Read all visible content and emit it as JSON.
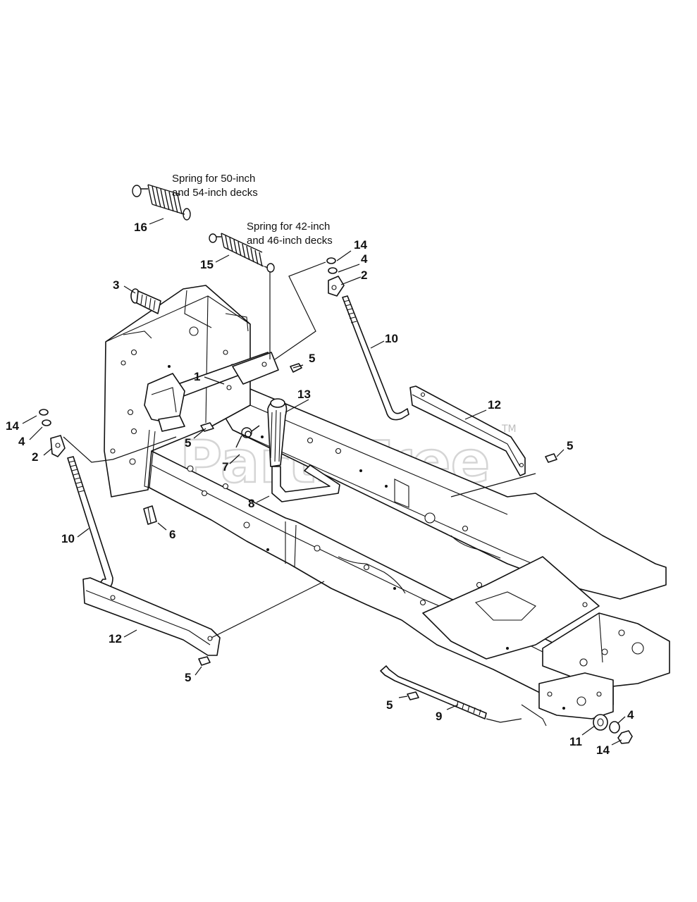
{
  "watermark": {
    "text": "PartsTree",
    "trademark": "TM"
  },
  "notes": {
    "spring_large_line1": "Spring for 50-inch",
    "spring_large_line2": "and 54-inch decks",
    "spring_small_line1": "Spring for 42-inch",
    "spring_small_line2": "and 46-inch decks"
  },
  "callouts": {
    "c1": "1",
    "c2_left": "2",
    "c2_right": "2",
    "c3": "3",
    "c4_left": "4",
    "c4_right": "4",
    "c4_bottom": "4",
    "c5_top": "5",
    "c5_mid": "5",
    "c5_right": "5",
    "c5_lower_left": "5",
    "c5_bottom": "5",
    "c6": "6",
    "c7": "7",
    "c8": "8",
    "c9": "9",
    "c10_left": "10",
    "c10_right": "10",
    "c11": "11",
    "c12_left": "12",
    "c12_right": "12",
    "c13": "13",
    "c14_left": "14",
    "c14_right": "14",
    "c14_bottom": "14",
    "c15": "15",
    "c16": "16"
  }
}
